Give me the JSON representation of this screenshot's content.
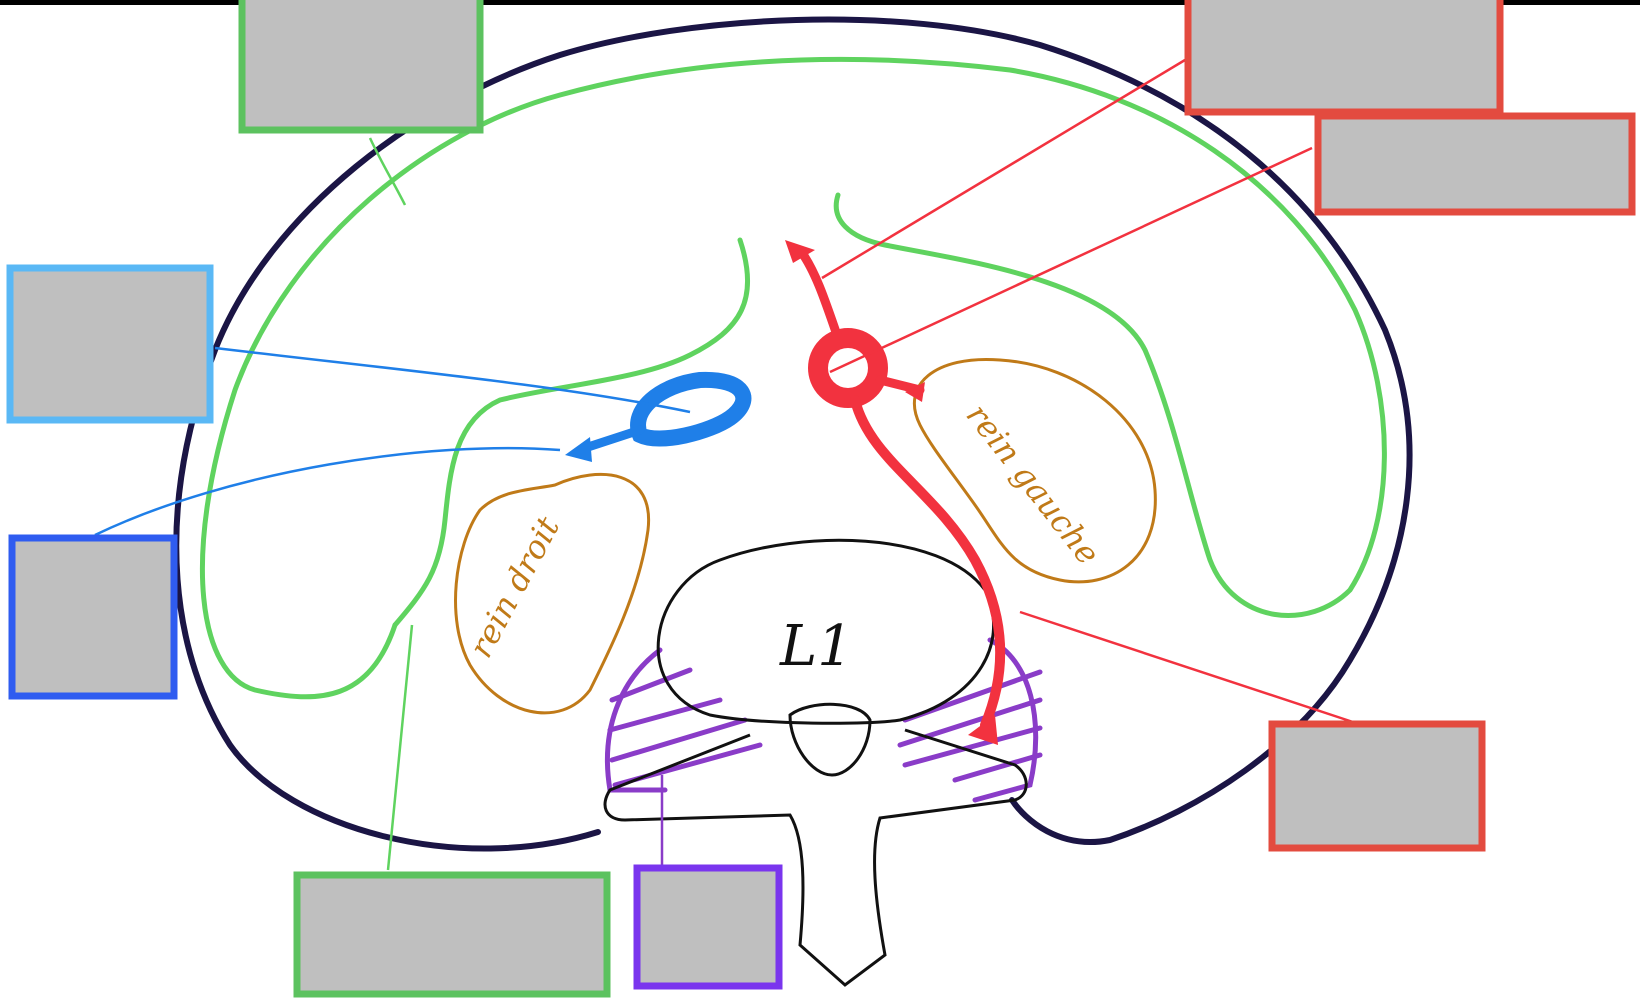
{
  "colors": {
    "outline": "#1b1545",
    "peritoneum": "#5fd35f",
    "artery": "#f2323f",
    "vein": "#1f7fe8",
    "kidney": "#c07a18",
    "muscle": "#8a3cc8",
    "bone": "#111111",
    "label_box_fill": "#bfbfbf",
    "label_green": "#5cc25f",
    "label_red": "#e34b3f",
    "label_lightblue": "#5ab8f5",
    "label_blue": "#2f5cf0",
    "label_purple": "#7a35ee"
  },
  "organs": {
    "left_kidney": "rein gauche",
    "right_kidney": "rein droit"
  },
  "vertebra": {
    "label": "L1"
  },
  "label_boxes": [
    {
      "name": "peritoneum-top",
      "text": ""
    },
    {
      "name": "artery-branch",
      "text": ""
    },
    {
      "name": "aorta",
      "text": ""
    },
    {
      "name": "vena-cava",
      "text": ""
    },
    {
      "name": "renal-vein",
      "text": ""
    },
    {
      "name": "renal-artery",
      "text": ""
    },
    {
      "name": "peritoneum-bottom",
      "text": ""
    },
    {
      "name": "psoas-muscle",
      "text": ""
    }
  ]
}
